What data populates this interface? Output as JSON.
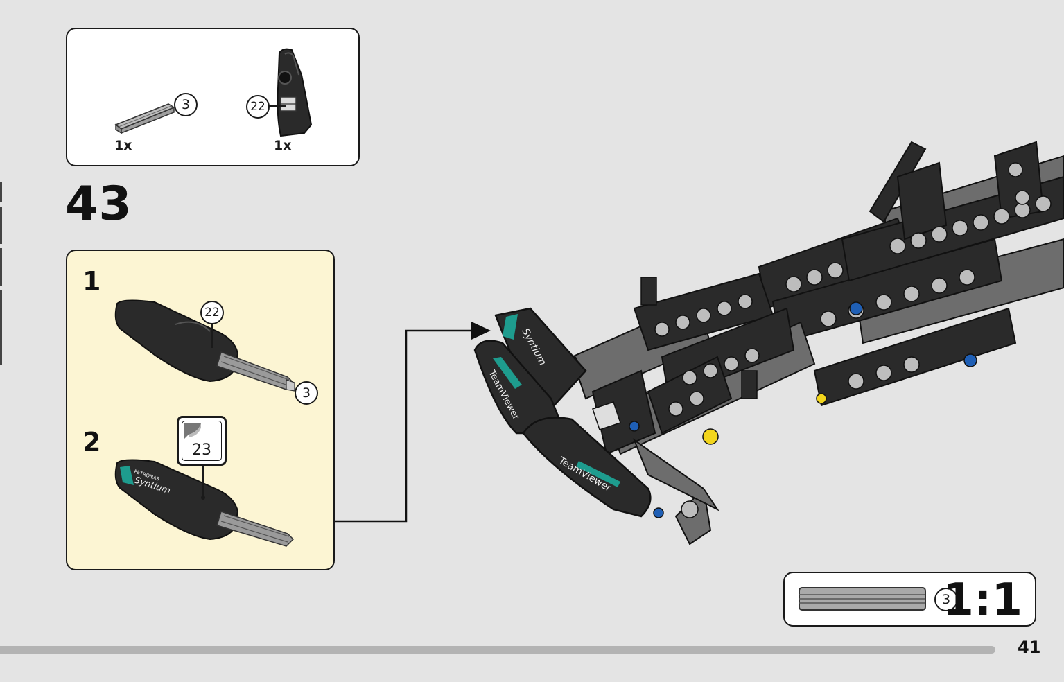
{
  "parts_list": {
    "items": [
      {
        "quantity": "1x",
        "callout": "3",
        "icon": "axle-3-icon"
      },
      {
        "quantity": "1x",
        "callout": "22",
        "icon": "panel-22-icon"
      }
    ]
  },
  "step": {
    "number": "43",
    "substeps": [
      {
        "number": "1",
        "callouts": [
          "22",
          "3"
        ]
      },
      {
        "number": "2",
        "sticker": "23"
      }
    ]
  },
  "sticker_text": {
    "line1": "PETRONAS",
    "line2": "Syntium",
    "teamviewer": "TeamViewer"
  },
  "scale_check": {
    "callout": "3",
    "ratio": "1:1"
  },
  "page": {
    "number": "41",
    "progress": 0.935
  },
  "colors": {
    "background": "#e4e4e4",
    "substep_panel": "#fcf5d3",
    "part_black": "#2a2a2a",
    "part_gray": "#6d6d6d",
    "teal_accent": "#1e9c8e",
    "pin_blue": "#1f5fb5",
    "pin_yellow": "#f2d51c"
  }
}
